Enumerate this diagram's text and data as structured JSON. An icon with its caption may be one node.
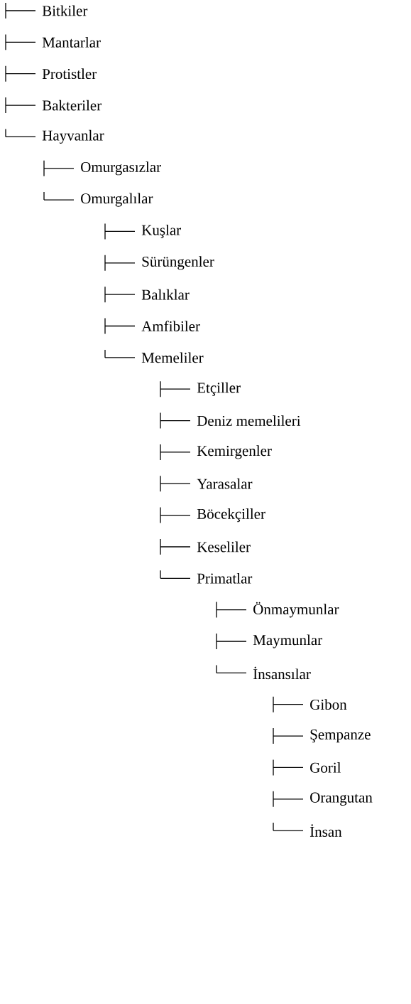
{
  "diagram": {
    "labels": [
      "Bitkiler",
      "Mantarlar",
      "Protistler",
      "Bakteriler",
      "Hayvanlar",
      "Omurgasızlar",
      "Omurgalılar",
      "Kuşlar",
      "Sürüngenler",
      "Balıklar",
      "Amfibiler",
      "Memeliler",
      "Etçiller",
      "Deniz memelileri",
      "Kemirgenler",
      "Yarasalar",
      "Böcekçiller",
      "Keseliler",
      "Primatlar",
      "Önmaymunlar",
      "Maymunlar",
      "İnsansılar",
      "Gibon",
      "Şempanze",
      "Goril",
      "Orangutan",
      "İnsan"
    ]
  }
}
